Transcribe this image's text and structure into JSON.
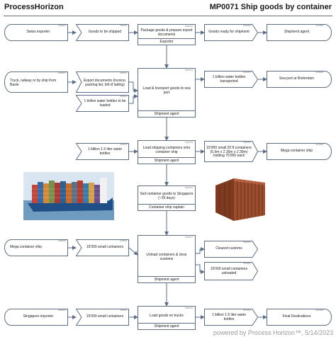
{
  "header": {
    "brand": "ProcessHorizon",
    "title": "MP0071 Ship goods by container"
  },
  "colors": {
    "line": "#5b6e86",
    "fill": "#ffffff"
  },
  "nodes": {
    "swiss_exporter": {
      "code": "SUB027",
      "text": "Swiss exporter"
    },
    "goods_shipped": {
      "code": "IP0019",
      "text": "Goods to be shipped"
    },
    "package_goods": {
      "code": "PR0073",
      "text": "Package goods & prepare export documents",
      "role": "Exporter"
    },
    "goods_ready": {
      "code": "OP0026",
      "text": "Goods ready for shipment"
    },
    "shipment_agent_dest": {
      "code": "CU0009",
      "text": "Shipment agent"
    },
    "truck_rail": {
      "code": "SUB027",
      "text": "Truck, railway or by ship from Basle"
    },
    "export_docs": {
      "code": "IP0011",
      "text": "Export documents (invoice, packing list, bill of lading)"
    },
    "bottles_loaded": {
      "code": "IP0012",
      "text": "1 billion water bottles to be loaded"
    },
    "load_transport": {
      "code": "PR0074",
      "text": "Load & transport goods to sea port",
      "role": "Shipment agent"
    },
    "bottles_transported": {
      "code": "OP0023",
      "text": "1 billion water bottles transported"
    },
    "rotterdam": {
      "code": "CU0009",
      "text": "Sea port at Rotterdam"
    },
    "bottles_input": {
      "code": "IP0013",
      "text": "1 billion 1.5 liter water bottles"
    },
    "load_containers": {
      "code": "PR0075",
      "text": "Load shipping containers onto container ship",
      "role": "Shipment agent"
    },
    "small_containers": {
      "code": "OP0027",
      "text": "15'000 small 20 ft containers (5.9m x 2.35m x 2.39m) holding 75'000 each"
    },
    "mega_ship_dest": {
      "code": "CU0009",
      "text": "Mega container ship"
    },
    "sail_ship": {
      "code": "PR0076",
      "text": "Sail container goods to Singapore (~25 days)",
      "role": "Container ship captain"
    },
    "mega_ship_src": {
      "code": "SUB040",
      "text": "Mega container ship"
    },
    "containers_in": {
      "code": "IP0040",
      "text": "15'000 small containers"
    },
    "unload": {
      "code": "PR0077",
      "text": "Unload containers & clear customs",
      "role": "Shipment agent"
    },
    "cleared": {
      "code": "OP0037",
      "text": "Cleared customs"
    },
    "unloaded": {
      "code": "OP0042",
      "text": "15'000 small containers unloaded"
    },
    "singapore_importer": {
      "code": "SUB043",
      "text": "Singapore importer"
    },
    "containers_in2": {
      "code": "IP0043",
      "text": "15'000 small containers"
    },
    "load_trucks": {
      "code": "PR0078",
      "text": "Load goods on trucks",
      "role": "Shipment agent"
    },
    "bottles_out": {
      "code": "OP0044",
      "text": "1 billion 1.5 liter water bottles"
    },
    "final_dest": {
      "code": "CU0009",
      "text": "Final Destinations"
    }
  },
  "footer": "powered by Process Horizon™, 5/14/2023"
}
